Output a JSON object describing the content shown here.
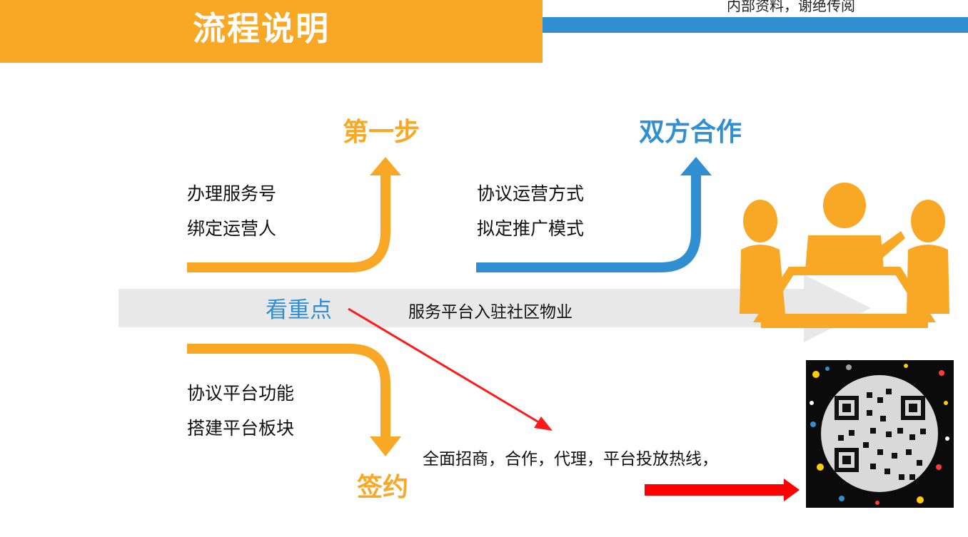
{
  "header": {
    "title": "流程说明",
    "notice": "内部资料，谢绝传阅"
  },
  "flow": {
    "step_one": {
      "heading": "第一步",
      "lines": [
        "办理服务号",
        "绑定运营人"
      ]
    },
    "cooperation": {
      "heading": "双方合作",
      "lines": [
        "协议运营方式",
        "拟定推广模式"
      ]
    },
    "focus": {
      "label": "看重点",
      "text": "服务平台入驻社区物业"
    },
    "signing": {
      "heading": "签约",
      "lines": [
        "协议平台功能",
        "搭建平台板块"
      ]
    },
    "services_line": "全面招商，合作，代理，平台投放热线，"
  },
  "colors": {
    "orange": "#f9a825",
    "blue": "#2f8fd0",
    "red": "#ff0000",
    "band": "#e8e8e8"
  },
  "icons": [
    "meeting-people-icon",
    "qr-code-icon"
  ]
}
